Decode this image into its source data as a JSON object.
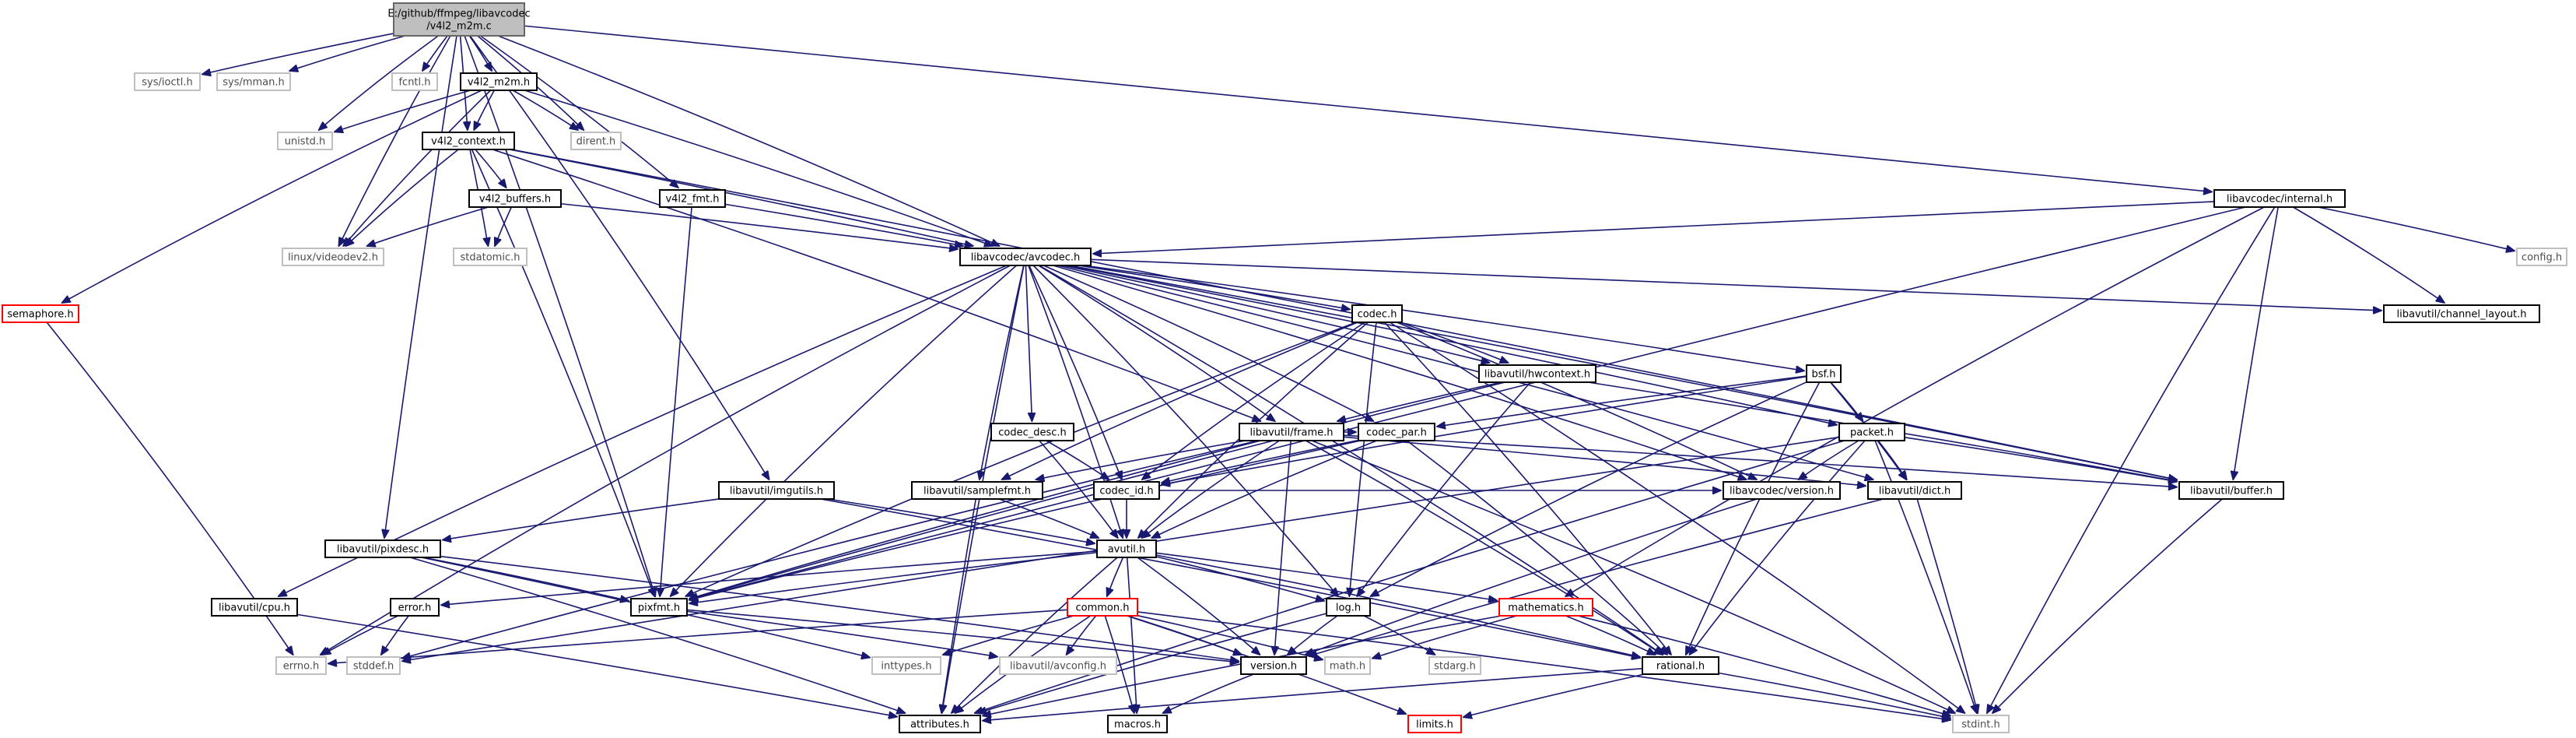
{
  "colors": {
    "edge": "#191970",
    "root_fill": "#bfbfbf",
    "documented_border": "#000000",
    "system_border": "#bfbfbf",
    "system_text": "#4d4d4d",
    "undocumented_border": "#ff0000"
  },
  "nodes": [
    {
      "id": "root",
      "label": "E:/github/ffmpeg/libavcodec\n/v4l2_m2m.c",
      "kind": "root"
    },
    {
      "id": "sys_ioctl",
      "label": "sys/ioctl.h",
      "kind": "system"
    },
    {
      "id": "sys_mman",
      "label": "sys/mman.h",
      "kind": "system"
    },
    {
      "id": "fcntl",
      "label": "fcntl.h",
      "kind": "system"
    },
    {
      "id": "v4l2_m2m",
      "label": "v4l2_m2m.h",
      "kind": "documented"
    },
    {
      "id": "unistd",
      "label": "unistd.h",
      "kind": "system"
    },
    {
      "id": "dirent",
      "label": "dirent.h",
      "kind": "system"
    },
    {
      "id": "v4l2_context",
      "label": "v4l2_context.h",
      "kind": "documented"
    },
    {
      "id": "semaphore",
      "label": "semaphore.h",
      "kind": "undocumented"
    },
    {
      "id": "v4l2_buffers",
      "label": "v4l2_buffers.h",
      "kind": "documented"
    },
    {
      "id": "v4l2_fmt",
      "label": "v4l2_fmt.h",
      "kind": "documented"
    },
    {
      "id": "videodev2",
      "label": "linux/videodev2.h",
      "kind": "system"
    },
    {
      "id": "stdatomic",
      "label": "stdatomic.h",
      "kind": "system"
    },
    {
      "id": "internal",
      "label": "libavcodec/internal.h",
      "kind": "documented"
    },
    {
      "id": "avcodec",
      "label": "libavcodec/avcodec.h",
      "kind": "documented"
    },
    {
      "id": "config",
      "label": "config.h",
      "kind": "system"
    },
    {
      "id": "codec",
      "label": "codec.h",
      "kind": "documented"
    },
    {
      "id": "channel_layout",
      "label": "libavutil/channel_layout.h",
      "kind": "documented"
    },
    {
      "id": "hwcontext",
      "label": "libavutil/hwcontext.h",
      "kind": "documented"
    },
    {
      "id": "bsf",
      "label": "bsf.h",
      "kind": "documented"
    },
    {
      "id": "codec_desc",
      "label": "codec_desc.h",
      "kind": "documented"
    },
    {
      "id": "frame",
      "label": "libavutil/frame.h",
      "kind": "documented"
    },
    {
      "id": "codec_par",
      "label": "codec_par.h",
      "kind": "documented"
    },
    {
      "id": "packet",
      "label": "packet.h",
      "kind": "documented"
    },
    {
      "id": "samplefmt",
      "label": "libavutil/samplefmt.h",
      "kind": "documented"
    },
    {
      "id": "codec_id",
      "label": "codec_id.h",
      "kind": "documented"
    },
    {
      "id": "version_c",
      "label": "libavcodec/version.h",
      "kind": "documented"
    },
    {
      "id": "dict",
      "label": "libavutil/dict.h",
      "kind": "documented"
    },
    {
      "id": "buffer",
      "label": "libavutil/buffer.h",
      "kind": "documented"
    },
    {
      "id": "imgutils",
      "label": "libavutil/imgutils.h",
      "kind": "documented"
    },
    {
      "id": "pixdesc",
      "label": "libavutil/pixdesc.h",
      "kind": "documented"
    },
    {
      "id": "avutil",
      "label": "avutil.h",
      "kind": "documented"
    },
    {
      "id": "cpu",
      "label": "libavutil/cpu.h",
      "kind": "documented"
    },
    {
      "id": "error",
      "label": "error.h",
      "kind": "documented"
    },
    {
      "id": "pixfmt",
      "label": "pixfmt.h",
      "kind": "documented"
    },
    {
      "id": "common",
      "label": "common.h",
      "kind": "undocumented"
    },
    {
      "id": "log",
      "label": "log.h",
      "kind": "documented"
    },
    {
      "id": "mathematics",
      "label": "mathematics.h",
      "kind": "undocumented"
    },
    {
      "id": "errno",
      "label": "errno.h",
      "kind": "system"
    },
    {
      "id": "stddef",
      "label": "stddef.h",
      "kind": "system"
    },
    {
      "id": "inttypes",
      "label": "inttypes.h",
      "kind": "system"
    },
    {
      "id": "avconfig",
      "label": "libavutil/avconfig.h",
      "kind": "system"
    },
    {
      "id": "version_u",
      "label": "version.h",
      "kind": "documented"
    },
    {
      "id": "math",
      "label": "math.h",
      "kind": "system"
    },
    {
      "id": "stdarg",
      "label": "stdarg.h",
      "kind": "system"
    },
    {
      "id": "rational",
      "label": "rational.h",
      "kind": "documented"
    },
    {
      "id": "attributes",
      "label": "attributes.h",
      "kind": "documented"
    },
    {
      "id": "macros",
      "label": "macros.h",
      "kind": "documented"
    },
    {
      "id": "limits",
      "label": "limits.h",
      "kind": "undocumented"
    },
    {
      "id": "stdint",
      "label": "stdint.h",
      "kind": "system"
    }
  ],
  "edges": [
    [
      "root",
      "sys_ioctl"
    ],
    [
      "root",
      "sys_mman"
    ],
    [
      "root",
      "fcntl"
    ],
    [
      "root",
      "v4l2_m2m"
    ],
    [
      "root",
      "unistd"
    ],
    [
      "root",
      "dirent"
    ],
    [
      "root",
      "v4l2_context"
    ],
    [
      "root",
      "v4l2_fmt"
    ],
    [
      "root",
      "videodev2"
    ],
    [
      "root",
      "internal"
    ],
    [
      "root",
      "avcodec"
    ],
    [
      "root",
      "pixdesc"
    ],
    [
      "root",
      "imgutils"
    ],
    [
      "root",
      "pixfmt"
    ],
    [
      "v4l2_m2m",
      "unistd"
    ],
    [
      "v4l2_m2m",
      "dirent"
    ],
    [
      "v4l2_m2m",
      "v4l2_context"
    ],
    [
      "v4l2_m2m",
      "semaphore"
    ],
    [
      "v4l2_m2m",
      "videodev2"
    ],
    [
      "v4l2_m2m",
      "avcodec"
    ],
    [
      "v4l2_context",
      "v4l2_buffers"
    ],
    [
      "v4l2_context",
      "videodev2"
    ],
    [
      "v4l2_context",
      "stdatomic"
    ],
    [
      "v4l2_context",
      "avcodec"
    ],
    [
      "v4l2_context",
      "frame"
    ],
    [
      "v4l2_context",
      "pixfmt"
    ],
    [
      "v4l2_context",
      "buffer"
    ],
    [
      "v4l2_buffers",
      "videodev2"
    ],
    [
      "v4l2_buffers",
      "stdatomic"
    ],
    [
      "v4l2_buffers",
      "avcodec"
    ],
    [
      "v4l2_fmt",
      "avcodec"
    ],
    [
      "v4l2_fmt",
      "pixfmt"
    ],
    [
      "semaphore",
      "errno"
    ],
    [
      "internal",
      "avcodec"
    ],
    [
      "internal",
      "config"
    ],
    [
      "internal",
      "channel_layout"
    ],
    [
      "internal",
      "buffer"
    ],
    [
      "internal",
      "mathematics"
    ],
    [
      "internal",
      "pixfmt"
    ],
    [
      "internal",
      "stdint"
    ],
    [
      "avcodec",
      "codec"
    ],
    [
      "avcodec",
      "channel_layout"
    ],
    [
      "avcodec",
      "hwcontext"
    ],
    [
      "avcodec",
      "bsf"
    ],
    [
      "avcodec",
      "codec_desc"
    ],
    [
      "avcodec",
      "frame"
    ],
    [
      "avcodec",
      "codec_par"
    ],
    [
      "avcodec",
      "packet"
    ],
    [
      "avcodec",
      "samplefmt"
    ],
    [
      "avcodec",
      "codec_id"
    ],
    [
      "avcodec",
      "version_c"
    ],
    [
      "avcodec",
      "dict"
    ],
    [
      "avcodec",
      "buffer"
    ],
    [
      "avcodec",
      "cpu"
    ],
    [
      "avcodec",
      "avutil"
    ],
    [
      "avcodec",
      "pixfmt"
    ],
    [
      "avcodec",
      "log"
    ],
    [
      "avcodec",
      "rational"
    ],
    [
      "avcodec",
      "attributes"
    ],
    [
      "avcodec",
      "errno"
    ],
    [
      "codec",
      "hwcontext"
    ],
    [
      "codec",
      "codec_id"
    ],
    [
      "codec",
      "version_c"
    ],
    [
      "codec",
      "samplefmt"
    ],
    [
      "codec",
      "avutil"
    ],
    [
      "codec",
      "log"
    ],
    [
      "codec",
      "pixfmt"
    ],
    [
      "codec",
      "rational"
    ],
    [
      "codec",
      "stdint"
    ],
    [
      "hwcontext",
      "frame"
    ],
    [
      "hwcontext",
      "buffer"
    ],
    [
      "hwcontext",
      "pixfmt"
    ],
    [
      "hwcontext",
      "log"
    ],
    [
      "bsf",
      "codec_par"
    ],
    [
      "bsf",
      "packet"
    ],
    [
      "bsf",
      "dict"
    ],
    [
      "bsf",
      "codec_id"
    ],
    [
      "bsf",
      "log"
    ],
    [
      "bsf",
      "rational"
    ],
    [
      "codec_desc",
      "codec_id"
    ],
    [
      "codec_desc",
      "avutil"
    ],
    [
      "frame",
      "codec_par"
    ],
    [
      "frame",
      "avutil"
    ],
    [
      "frame",
      "buffer"
    ],
    [
      "frame",
      "dict"
    ],
    [
      "frame",
      "pixfmt"
    ],
    [
      "frame",
      "samplefmt"
    ],
    [
      "frame",
      "rational"
    ],
    [
      "frame",
      "version_u"
    ],
    [
      "frame",
      "stddef"
    ],
    [
      "frame",
      "stdint"
    ],
    [
      "codec_par",
      "codec_id"
    ],
    [
      "codec_par",
      "avutil"
    ],
    [
      "codec_par",
      "pixfmt"
    ],
    [
      "codec_par",
      "rational"
    ],
    [
      "packet",
      "version_c"
    ],
    [
      "packet",
      "dict"
    ],
    [
      "packet",
      "buffer"
    ],
    [
      "packet",
      "rational"
    ],
    [
      "packet",
      "attributes"
    ],
    [
      "packet",
      "stdint"
    ],
    [
      "packet",
      "stddef"
    ],
    [
      "samplefmt",
      "avutil"
    ],
    [
      "samplefmt",
      "attributes"
    ],
    [
      "codec_id",
      "avutil"
    ],
    [
      "codec_id",
      "version_c"
    ],
    [
      "version_c",
      "version_u"
    ],
    [
      "dict",
      "stdint"
    ],
    [
      "dict",
      "version_u"
    ],
    [
      "buffer",
      "stdint"
    ],
    [
      "imgutils",
      "avutil"
    ],
    [
      "imgutils",
      "pixdesc"
    ],
    [
      "imgutils",
      "rational"
    ],
    [
      "pixdesc",
      "inttypes"
    ],
    [
      "pixdesc",
      "attributes"
    ],
    [
      "pixdesc",
      "pixfmt"
    ],
    [
      "pixdesc",
      "version_u"
    ],
    [
      "avutil",
      "common"
    ],
    [
      "avutil",
      "error"
    ],
    [
      "avutil",
      "rational"
    ],
    [
      "avutil",
      "version_u"
    ],
    [
      "avutil",
      "macros"
    ],
    [
      "avutil",
      "mathematics"
    ],
    [
      "avutil",
      "log"
    ],
    [
      "avutil",
      "pixfmt"
    ],
    [
      "avutil",
      "attributes"
    ],
    [
      "cpu",
      "attributes"
    ],
    [
      "error",
      "errno"
    ],
    [
      "error",
      "stddef"
    ],
    [
      "pixfmt",
      "avconfig"
    ],
    [
      "pixfmt",
      "version_u"
    ],
    [
      "common",
      "errno"
    ],
    [
      "common",
      "inttypes"
    ],
    [
      "common",
      "limits"
    ],
    [
      "common",
      "math"
    ],
    [
      "common",
      "stdint"
    ],
    [
      "common",
      "stdlib"
    ],
    [
      "common",
      "attributes"
    ],
    [
      "common",
      "macros"
    ],
    [
      "common",
      "version_u"
    ],
    [
      "common",
      "avconfig"
    ],
    [
      "log",
      "stdarg"
    ],
    [
      "log",
      "attributes"
    ],
    [
      "log",
      "version_u"
    ],
    [
      "mathematics",
      "stdint"
    ],
    [
      "mathematics",
      "math"
    ],
    [
      "mathematics",
      "attributes"
    ],
    [
      "mathematics",
      "rational"
    ],
    [
      "rational",
      "stdint"
    ],
    [
      "rational",
      "limits"
    ],
    [
      "rational",
      "attributes"
    ],
    [
      "version_u",
      "macros"
    ]
  ]
}
